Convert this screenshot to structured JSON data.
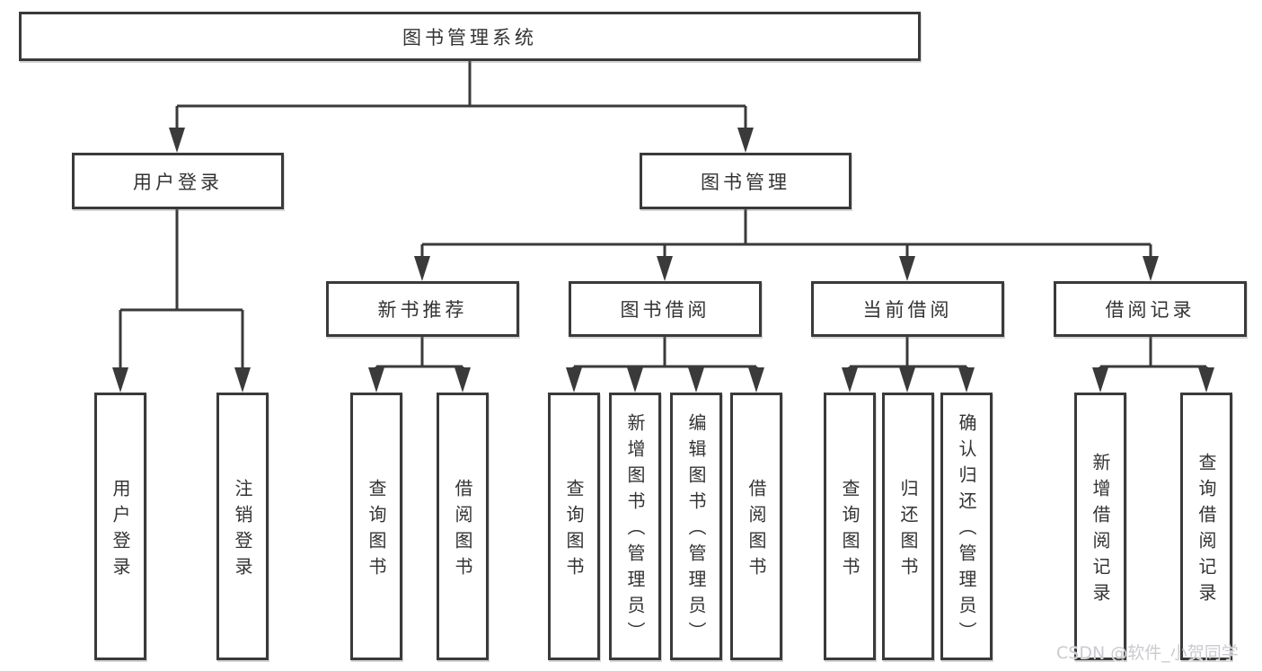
{
  "tree": {
    "root": "图书管理系统",
    "branches": [
      {
        "label": "用户登录",
        "children": [
          "用户登录",
          "注销登录"
        ]
      },
      {
        "label": "图书管理",
        "children": [
          {
            "label": "新书推荐",
            "children": [
              "查询图书",
              "借阅图书"
            ]
          },
          {
            "label": "图书借阅",
            "children": [
              "查询图书",
              "新增图书（管理员）",
              "编辑图书（管理员）",
              "借阅图书"
            ]
          },
          {
            "label": "当前借阅",
            "children": [
              "查询图书",
              "归还图书",
              "确认归还（管理员）"
            ]
          },
          {
            "label": "借阅记录",
            "children": [
              "新增借阅记录",
              "查询借阅记录"
            ]
          }
        ]
      }
    ]
  },
  "watermark": {
    "text": "CSDN @软件_小贺同学"
  },
  "colors": {
    "line": "#3a3a3a",
    "text": "#333333",
    "background": "#ffffff",
    "watermark": "#c9cbd0"
  }
}
